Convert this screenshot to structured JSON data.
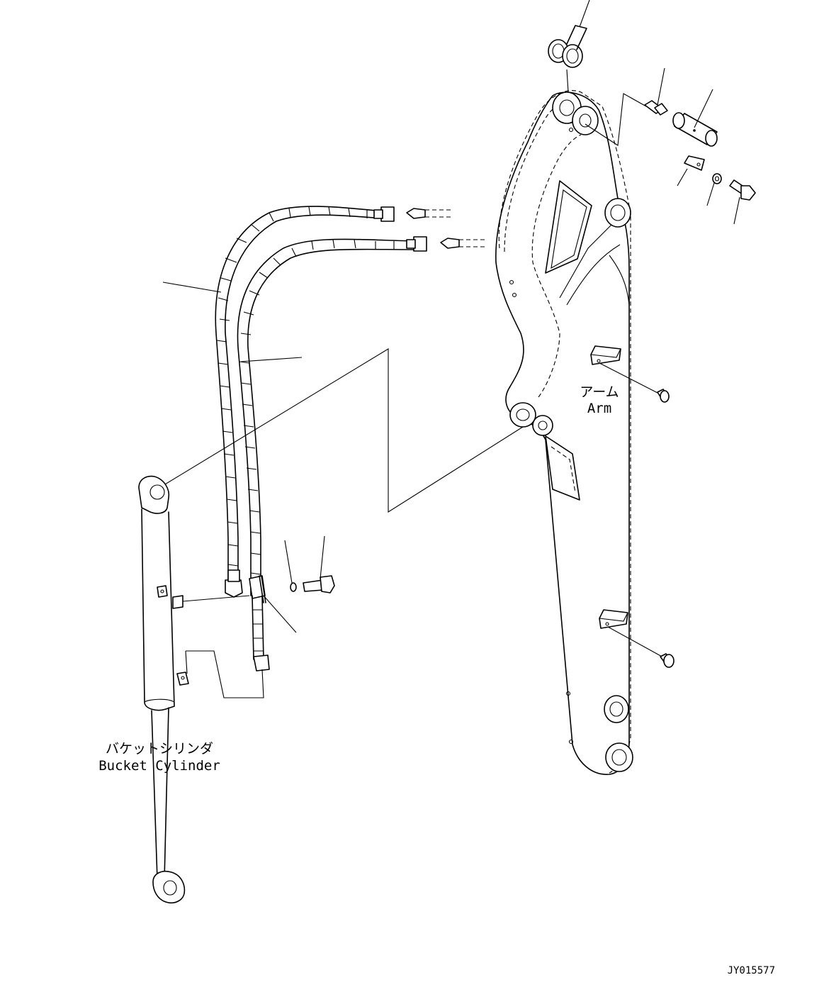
{
  "labels": {
    "arm_jp": "アーム",
    "arm_en": "Arm",
    "cylinder_jp": "バケットシリンダ",
    "cylinder_en": "Bucket Cylinder",
    "drawing_id": "JY015577"
  },
  "colors": {
    "ink": "#000000",
    "paper": "#ffffff"
  }
}
